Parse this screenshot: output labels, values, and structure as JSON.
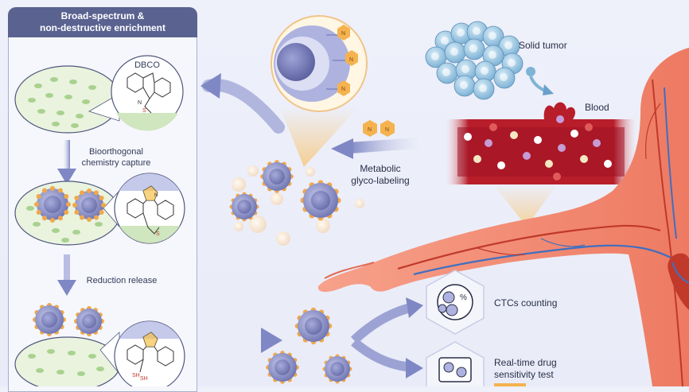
{
  "panel": {
    "title_line1": "Broad-spectrum &",
    "title_line2": "non-destructive enrichment",
    "dbco_label": "DBCO",
    "step1_line1": "Bioorthogonal",
    "step1_line2": "chemistry capture",
    "step2_label": "Reduction release",
    "chem": {
      "n": "N",
      "s": "S",
      "sh": "SH"
    }
  },
  "labels": {
    "solid_tumor": "Solid tumor",
    "blood": "Blood",
    "metabolic_line1": "Metabolic",
    "metabolic_line2": "glyco-labeling",
    "ctcs_counting": "CTCs counting",
    "drug_line1": "Real-time drug",
    "drug_line2": "sensitivity test",
    "azide": "N"
  },
  "colors": {
    "panel_header": "#5a6290",
    "arrow": "#7f88c4",
    "cell": "#8f95c8",
    "azide_orange": "#f0a84a",
    "vessel": "#b81d2a",
    "skin": "#f28a73"
  }
}
